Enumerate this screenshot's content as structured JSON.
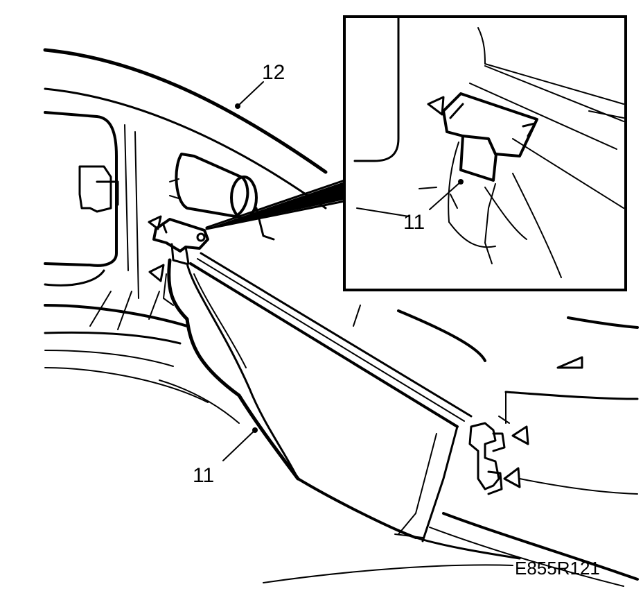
{
  "callouts": {
    "label_12": "12",
    "label_11_main": "11",
    "label_11_inset": "11"
  },
  "figure_code": "E855R121",
  "colors": {
    "ink": "#000000",
    "paper": "#ffffff"
  }
}
